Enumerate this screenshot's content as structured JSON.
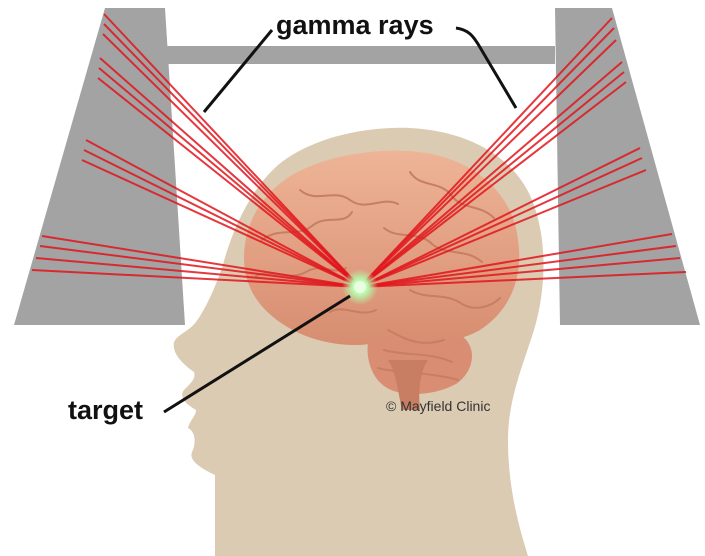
{
  "labels": {
    "beam_label": "gamma rays",
    "target_label": "target",
    "credit": "© Mayfield Clinic"
  },
  "colors": {
    "background": "#ffffff",
    "frame": "#a3a3a3",
    "head_silhouette": "#dccbb3",
    "brain": "#e8a98a",
    "brain_shadow": "#c77e62",
    "cerebellum": "#d98e74",
    "ray": "#e0151c",
    "target_glow": "#b9f5a8",
    "leader_line": "#111111"
  },
  "icons": {
    "frame": "gamma-knife-frame",
    "head": "head-profile-silhouette",
    "brain": "brain-illustration",
    "target": "target-focal-point"
  }
}
